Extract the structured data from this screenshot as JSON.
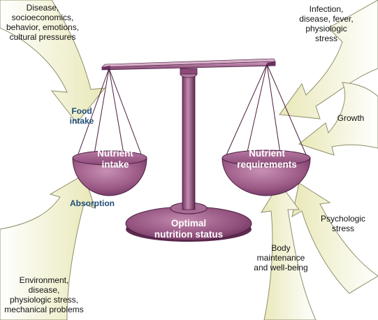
{
  "diagram": {
    "title": "",
    "colors": {
      "arrow_fill": "#f1f0cf",
      "arrow_stroke": "#8f8f6a",
      "scale_purple": "#9c5a86",
      "scale_dark": "#5e2a50",
      "label_blue": "#1f4e79"
    },
    "pans": {
      "left": "Nutrient\nintake",
      "right": "Nutrient\nrequirements"
    },
    "base_label": "Optimal\nnutrition status",
    "inputs": {
      "food_intake": "Food\nintake",
      "absorption": "Absorption"
    },
    "factors": {
      "top_left": "Disease,\nsocioeconomics,\nbehavior, emotions,\ncultural pressures",
      "bottom_left": "Environment,\ndisease,\nphysiologic stress,\nmechanical problems",
      "top_right": "Infection,\ndisease, fever,\nphysiologic\nstress",
      "growth": "Growth",
      "psychologic": "Psychologic\nstress",
      "body": "Body\nmaintenance\nand well-being"
    }
  }
}
